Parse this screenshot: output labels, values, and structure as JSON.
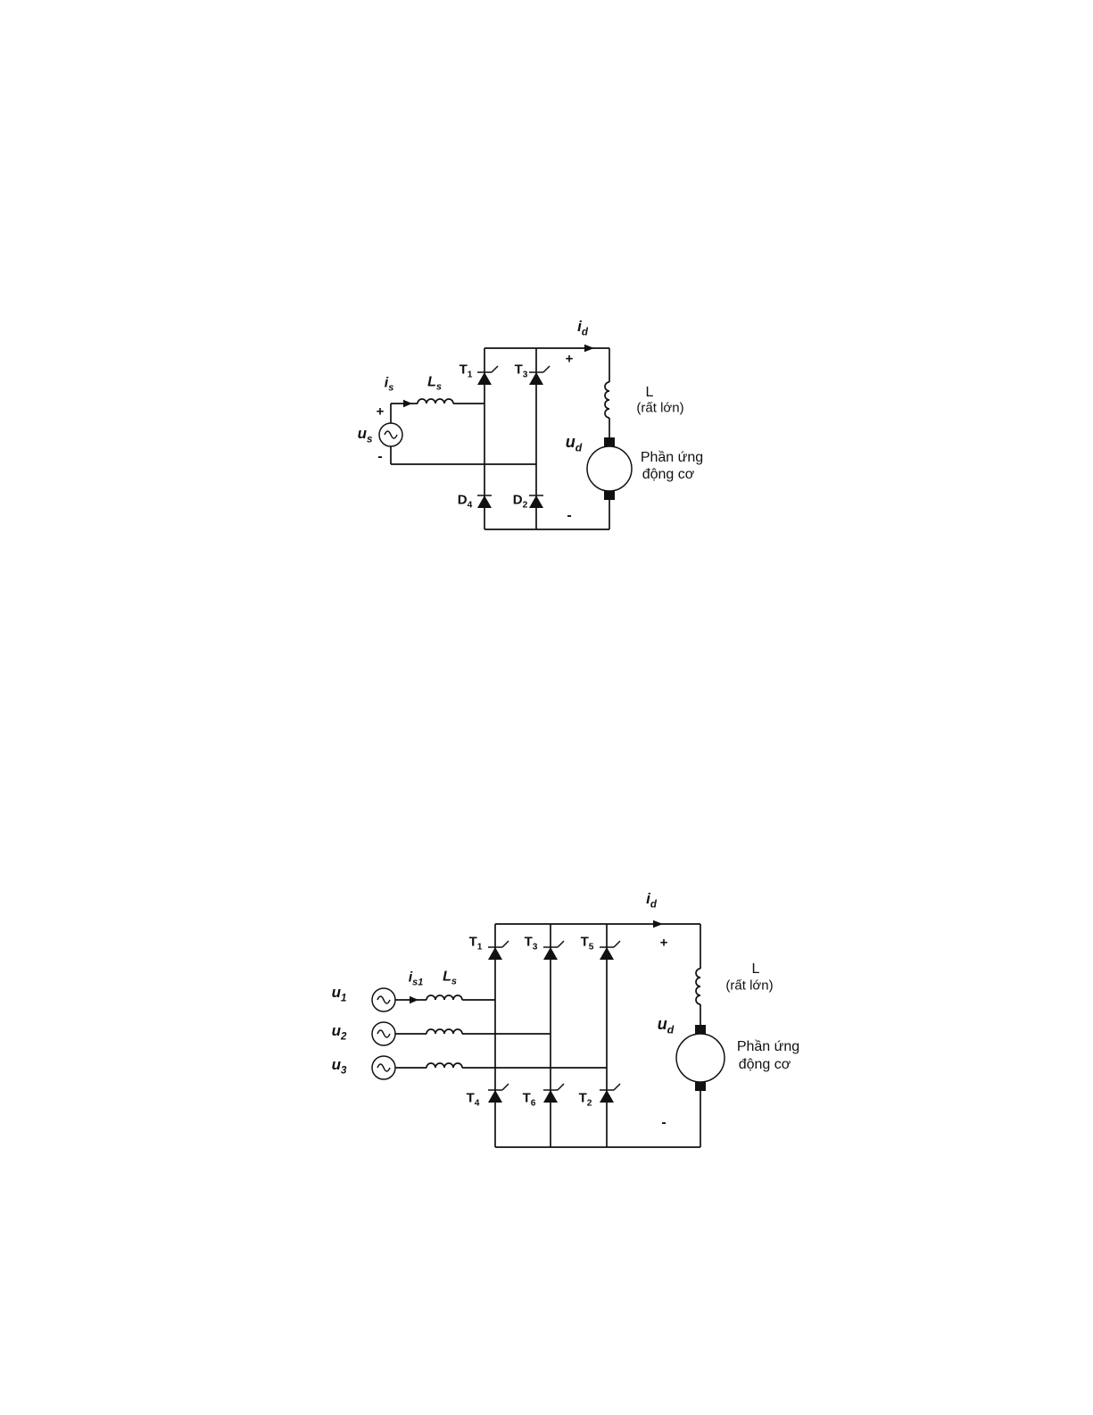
{
  "circuit1": {
    "source_label": {
      "base": "u",
      "sub": "s"
    },
    "source_plus": "+",
    "source_minus": "-",
    "is_label": {
      "base": "i",
      "sub": "s"
    },
    "ls_label": {
      "base": "L",
      "sub": "s"
    },
    "t1": {
      "base": "T",
      "sub": "1"
    },
    "t3": {
      "base": "T",
      "sub": "3"
    },
    "d4": {
      "base": "D",
      "sub": "4"
    },
    "d2": {
      "base": "D",
      "sub": "2"
    },
    "id_label": {
      "base": "i",
      "sub": "d"
    },
    "plus": "+",
    "minus": "-",
    "ud_label": {
      "base": "u",
      "sub": "d"
    },
    "inductor": {
      "name": "L",
      "note": "(rất lớn)"
    },
    "motor": {
      "line1": "Phần ứng",
      "line2": "động cơ"
    }
  },
  "circuit2": {
    "u1": {
      "base": "u",
      "sub": "1"
    },
    "u2": {
      "base": "u",
      "sub": "2"
    },
    "u3": {
      "base": "u",
      "sub": "3"
    },
    "is1_label": {
      "base": "i",
      "sub": "s1"
    },
    "ls_label": {
      "base": "L",
      "sub": "s"
    },
    "t_top": [
      {
        "base": "T",
        "sub": "1"
      },
      {
        "base": "T",
        "sub": "3"
      },
      {
        "base": "T",
        "sub": "5"
      }
    ],
    "t_bottom": [
      {
        "base": "T",
        "sub": "4"
      },
      {
        "base": "T",
        "sub": "6"
      },
      {
        "base": "T",
        "sub": "2"
      }
    ],
    "id_label": {
      "base": "i",
      "sub": "d"
    },
    "plus": "+",
    "minus": "-",
    "ud_label": {
      "base": "u",
      "sub": "d"
    },
    "inductor": {
      "name": "L",
      "note": "(rất lớn)"
    },
    "motor": {
      "line1": "Phần ứng",
      "line2": "động cơ"
    }
  }
}
